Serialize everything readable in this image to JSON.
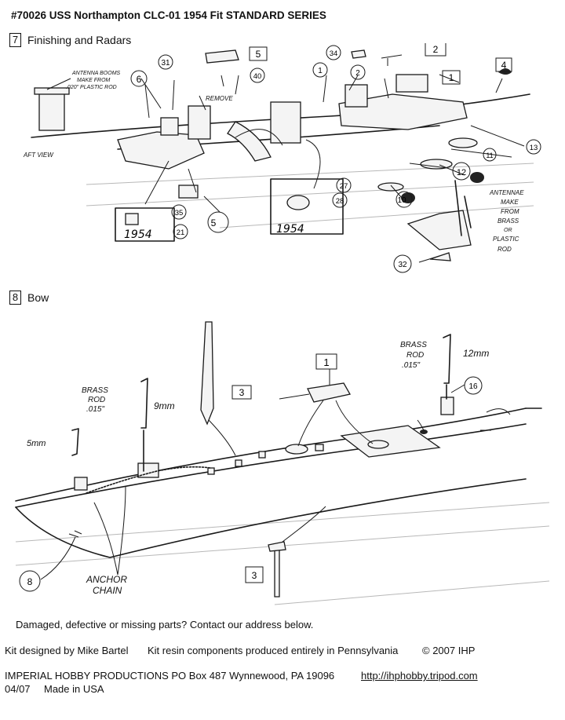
{
  "title": "#70026 USS Northampton CLC-01 1954 Fit  STANDARD SERIES",
  "steps": [
    {
      "number": "7",
      "label": "Finishing and Radars"
    },
    {
      "number": "8",
      "label": "Bow"
    }
  ],
  "step7": {
    "callouts": [
      "31",
      "5",
      "40",
      "34",
      "2",
      "1",
      "2",
      "1",
      "4",
      "6",
      "13",
      "11",
      "12",
      "10",
      "35",
      "21",
      "5",
      "27",
      "28",
      "32"
    ],
    "notes": {
      "antenna_booms": [
        "ANTENNA BOOMS",
        "MAKE FROM",
        ".020\" PLASTIC ROD"
      ],
      "remove": "REMOVE",
      "aft_view": "AFT VIEW",
      "year_a": "1954",
      "year_b": "1954",
      "antennae": [
        "ANTENNAE",
        "MAKE",
        "FROM",
        "BRASS",
        "OR",
        "PLASTIC",
        "ROD"
      ]
    }
  },
  "step8": {
    "callouts": [
      "3",
      "1",
      "16",
      "8",
      "3"
    ],
    "notes": {
      "brass_rod_a": [
        "BRASS",
        "ROD",
        ".015\""
      ],
      "size_a": "9mm",
      "size_b": "5mm",
      "brass_rod_b": [
        "BRASS",
        "ROD",
        ".015\""
      ],
      "size_c": "12mm",
      "anchor_chain": [
        "ANCHOR",
        "CHAIN"
      ]
    }
  },
  "footer": {
    "damaged": "Damaged, defective or missing parts?  Contact our address below.",
    "designer": "Kit designed by Mike Bartel",
    "resin": "Kit resin components produced entirely in Pennsylvania",
    "copyright": "© 2007 IHP",
    "company": "IMPERIAL HOBBY PRODUCTIONS  PO Box 487  Wynnewood, PA 19096",
    "url": "http://ihphobby.tripod.com",
    "date": "04/07",
    "made_in": "Made in USA"
  }
}
